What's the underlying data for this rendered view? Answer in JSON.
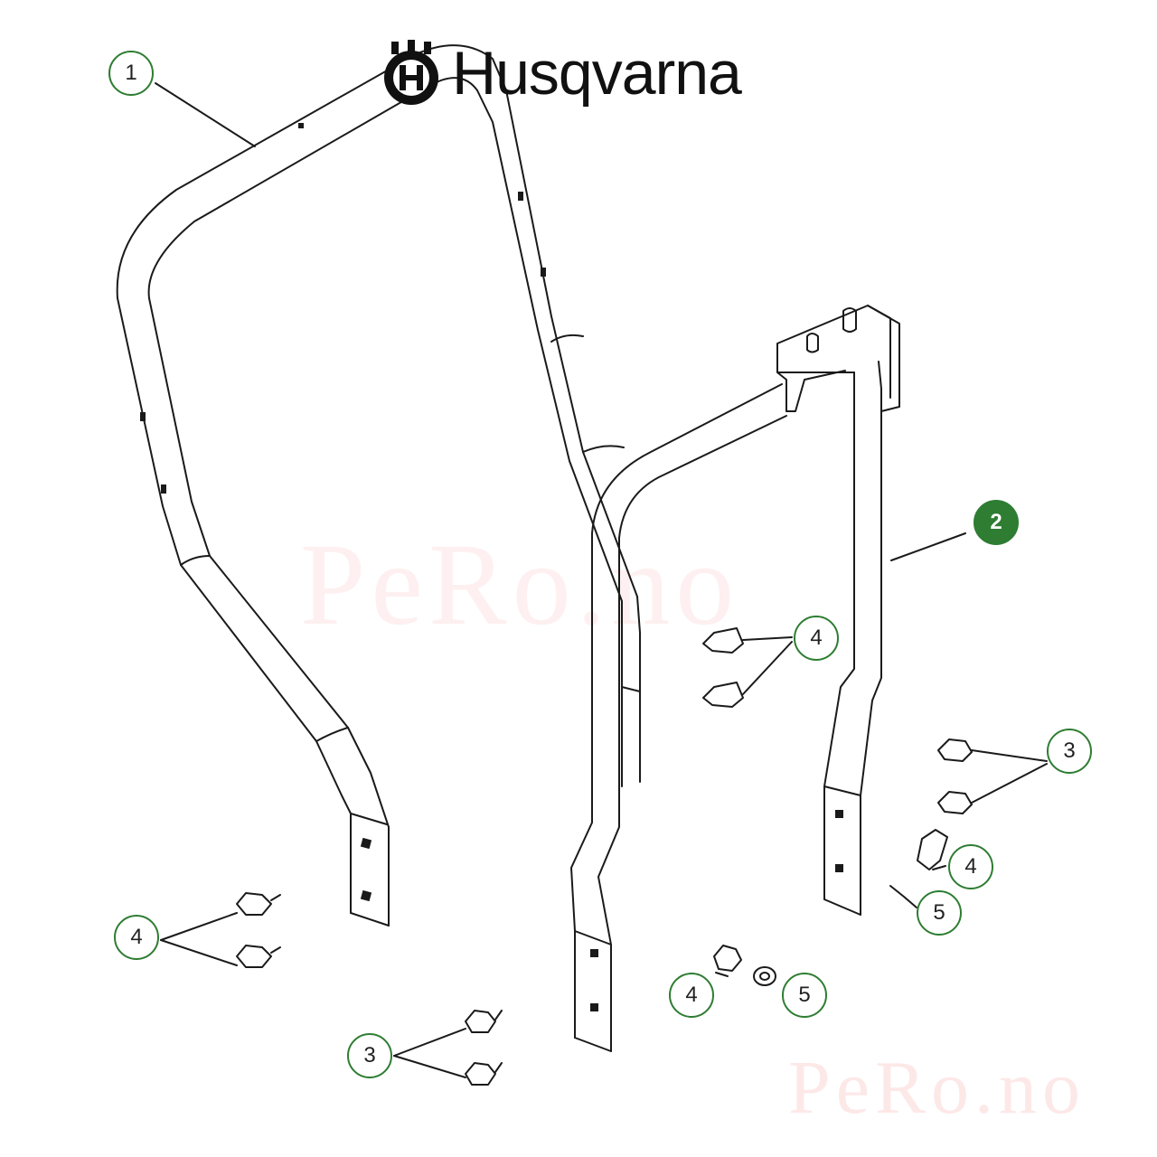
{
  "brand": {
    "name": "Husqvarna",
    "logo_icon": "husqvarna-crown-h-icon"
  },
  "watermarks": {
    "center": "PeRo.no",
    "corner": "PeRo.no"
  },
  "colors": {
    "callout_border": "#2e7d32",
    "callout_filled": "#2e7d32",
    "line": "#1a1a1a",
    "watermark": "#f8aaaa"
  },
  "callouts": [
    {
      "id": "c1",
      "label": "1"
    },
    {
      "id": "c2",
      "label": "2"
    },
    {
      "id": "c4a",
      "label": "4"
    },
    {
      "id": "c3a",
      "label": "3"
    },
    {
      "id": "c4b",
      "label": "4"
    },
    {
      "id": "c5a",
      "label": "5"
    },
    {
      "id": "c4c",
      "label": "4"
    },
    {
      "id": "c3b",
      "label": "3"
    },
    {
      "id": "c4d",
      "label": "4"
    },
    {
      "id": "c5b",
      "label": "5"
    }
  ]
}
